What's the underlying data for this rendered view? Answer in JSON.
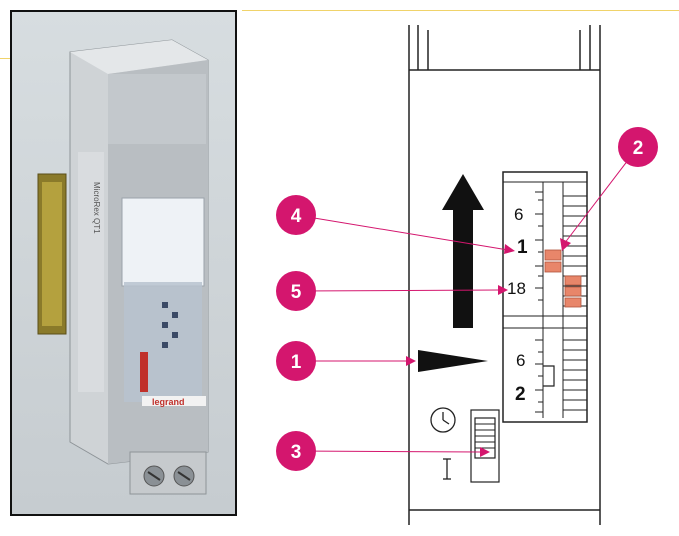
{
  "photo": {
    "brand": "legrand",
    "device_text": "MicroRex QT1"
  },
  "diagram": {
    "scale_upper": {
      "tick_6": "6",
      "tick_1": "1",
      "tick_18": "18"
    },
    "scale_lower": {
      "tick_6": "6",
      "tick_2": "2"
    },
    "callouts": [
      {
        "number": "1"
      },
      {
        "number": "2"
      },
      {
        "number": "3"
      },
      {
        "number": "4"
      },
      {
        "number": "5"
      }
    ]
  },
  "colors": {
    "callout": "#d4166e",
    "segment": "#e8866a",
    "rule": "#f0d36a"
  }
}
